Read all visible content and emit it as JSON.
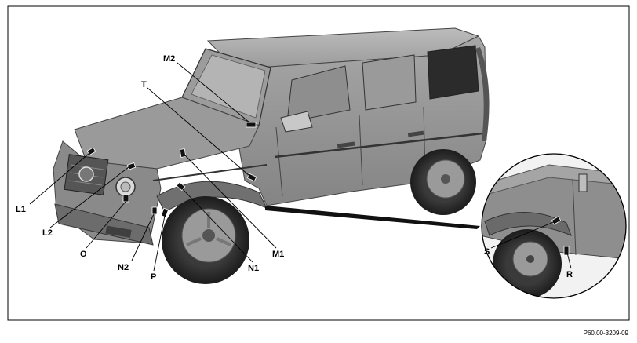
{
  "diagram": {
    "labels": {
      "M2": "M2",
      "T": "T",
      "L1": "L1",
      "L2": "L2",
      "O": "O",
      "N2": "N2",
      "P": "P",
      "N1": "N1",
      "M1": "M1",
      "S": "S",
      "R": "R"
    },
    "reference_code": "P60.00-3209-09"
  }
}
